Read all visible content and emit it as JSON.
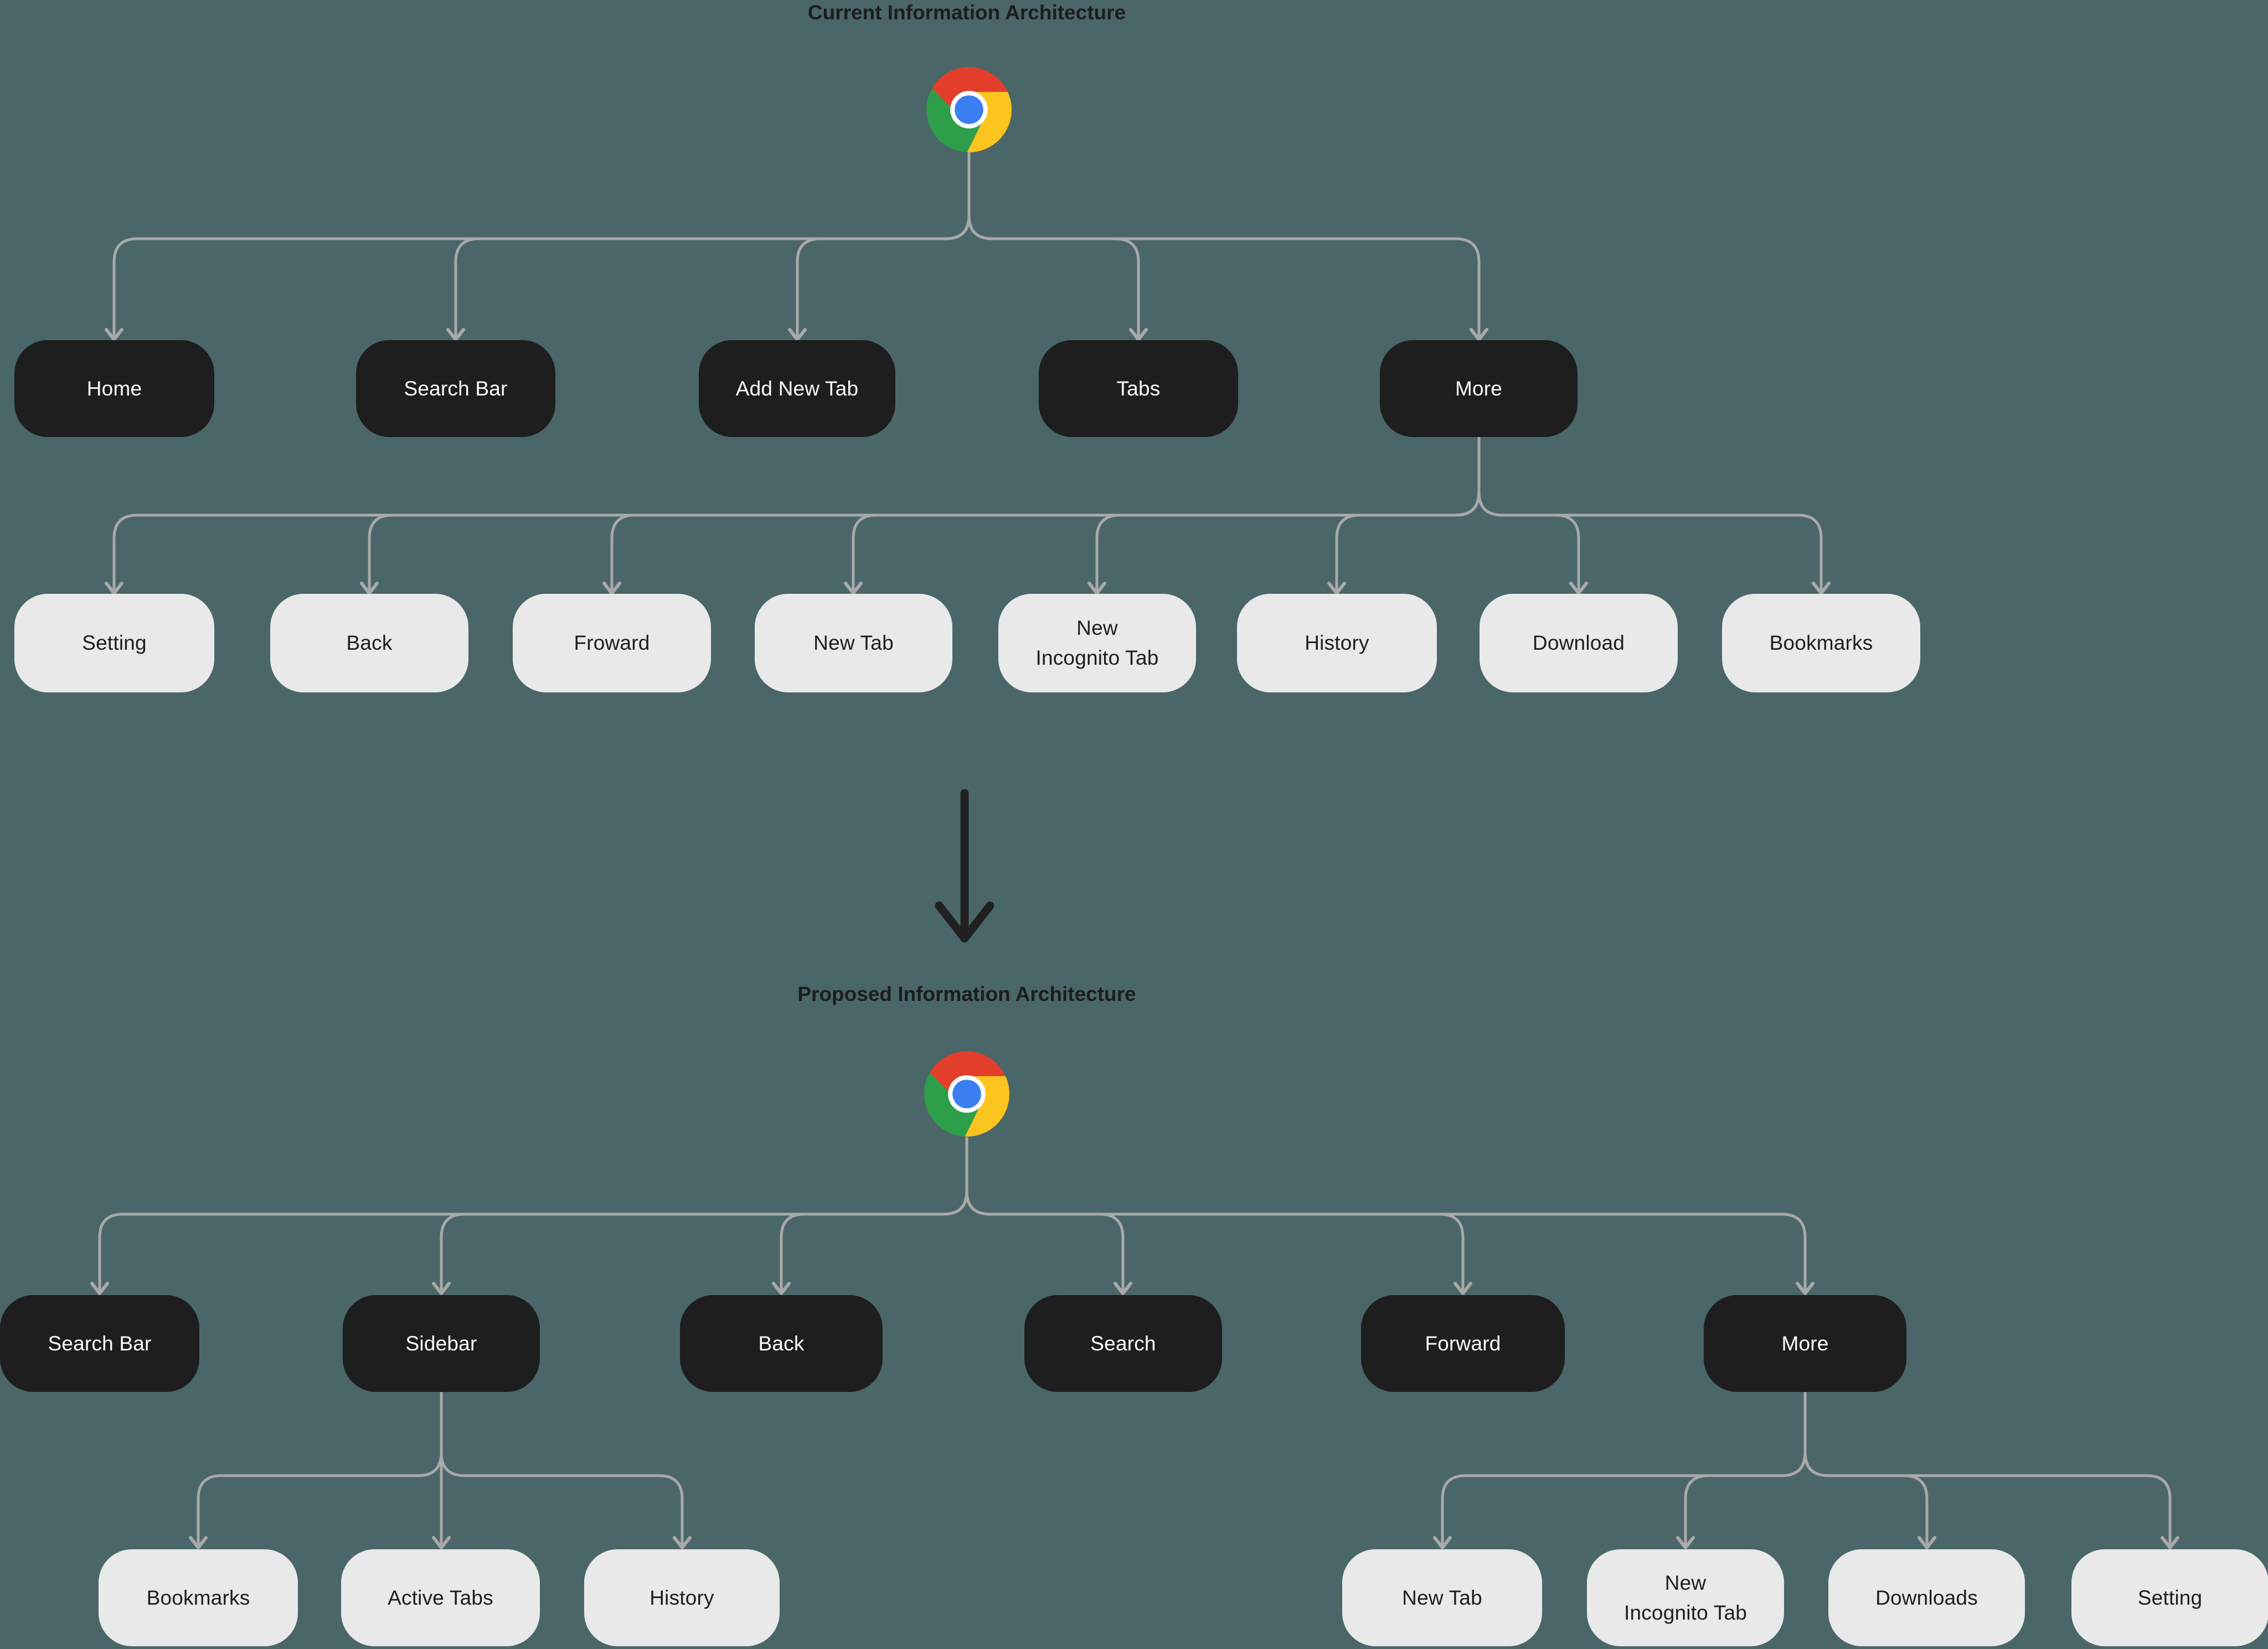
{
  "titles": {
    "current": "Current Information Architecture",
    "proposed": "Proposed Information Architecture"
  },
  "icons": {
    "root_current": "chrome-logo",
    "root_proposed": "chrome-logo",
    "transition": "down-arrow"
  },
  "colors": {
    "background": "#4b6669",
    "dark_node": "#1e1e1e",
    "dark_node_text": "#fbfbfb",
    "light_node": "#e9e9e9",
    "light_node_text": "#1d1d1d",
    "connector": "#a9a9a9",
    "transition_arrow": "#202020",
    "chrome_red": "#e23e2b",
    "chrome_yellow": "#fcc41f",
    "chrome_green": "#2d9e4a",
    "chrome_blue": "#3b7ef2"
  },
  "trees": {
    "current": {
      "level1": [
        "Home",
        "Search Bar",
        "Add New Tab",
        "Tabs",
        "More"
      ],
      "level2_parent": "More",
      "level2": [
        "Setting",
        "Back",
        "Froward",
        "New Tab",
        "New\nIncognito Tab",
        "History",
        "Download",
        "Bookmarks"
      ]
    },
    "proposed": {
      "level1": [
        "Search Bar",
        "Sidebar",
        "Back",
        "Search",
        "Forward",
        "More"
      ],
      "sidebar_children": [
        "Bookmarks",
        "Active Tabs",
        "History"
      ],
      "more_children": [
        "New Tab",
        "New\nIncognito Tab",
        "Downloads",
        "Setting"
      ]
    }
  }
}
